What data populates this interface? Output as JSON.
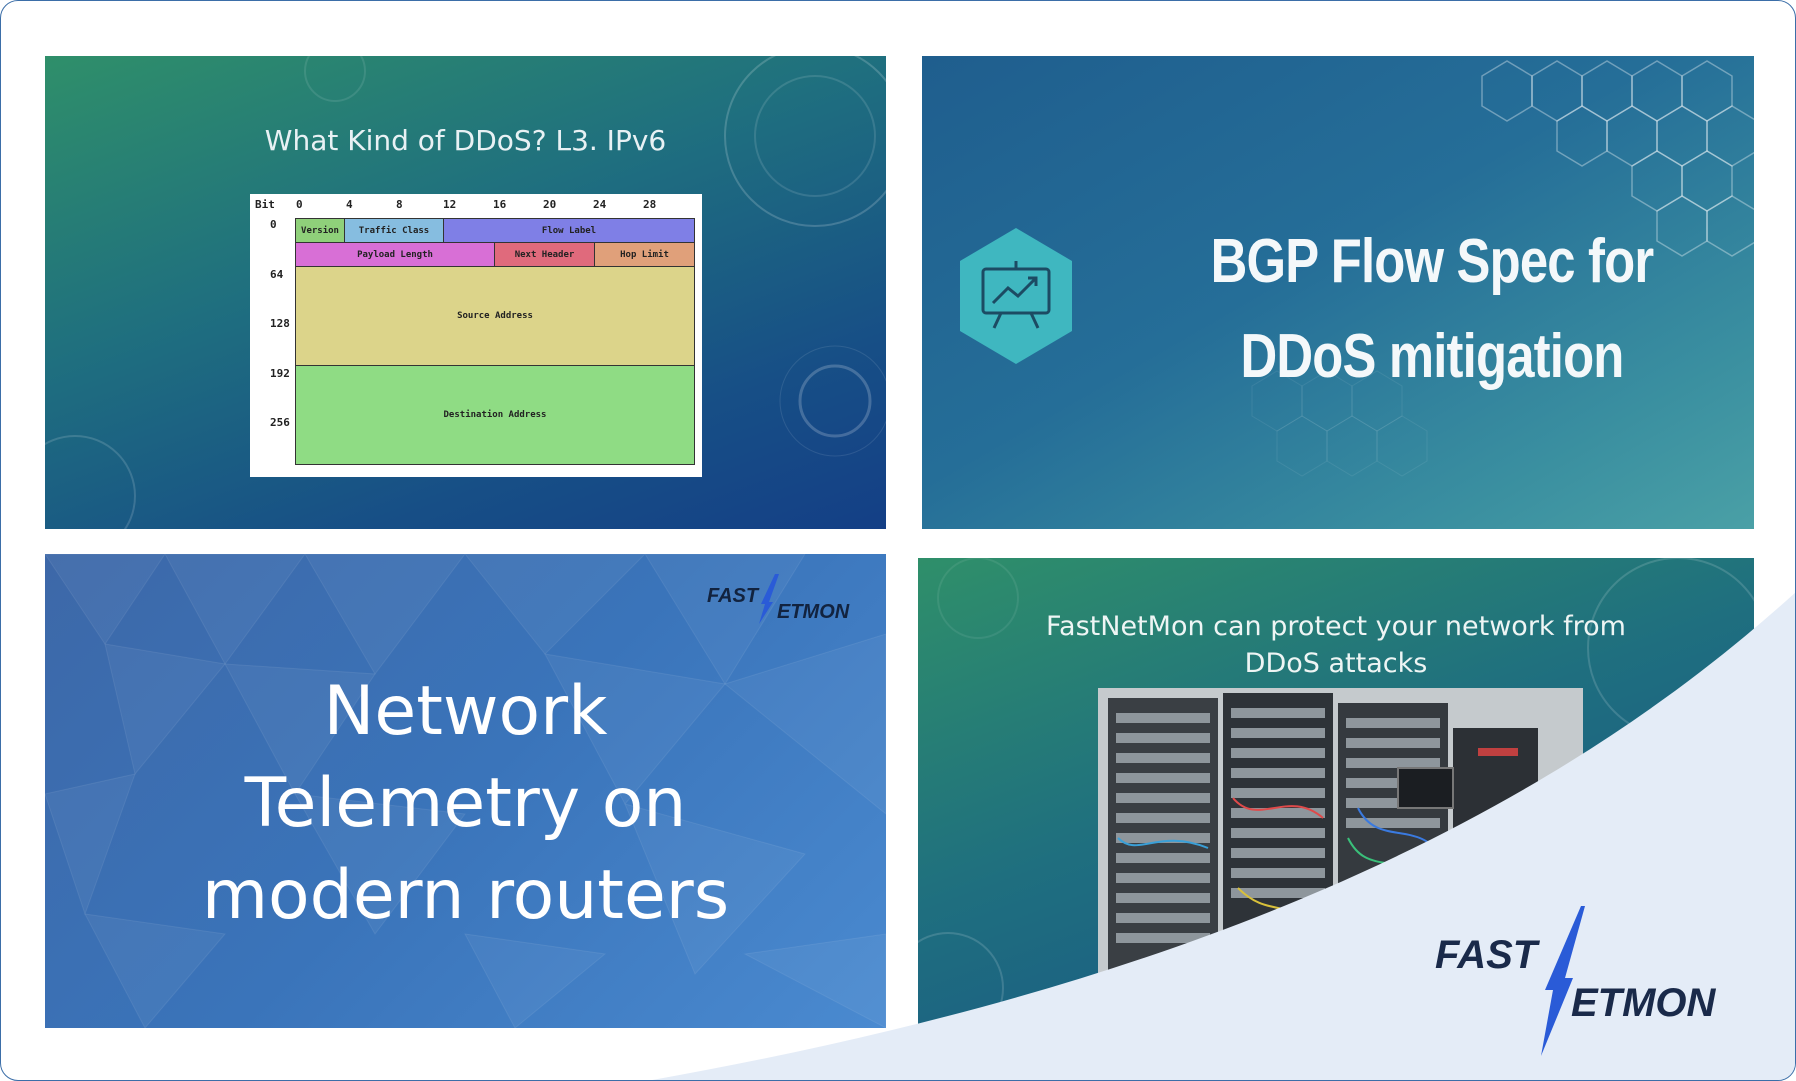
{
  "slides": {
    "ipv6_slide": {
      "title": "What Kind of DDoS? L3. IPv6",
      "diagram": {
        "bit_header": "Bit",
        "bit_columns": [
          "0",
          "4",
          "8",
          "12",
          "16",
          "20",
          "24",
          "28"
        ],
        "row_offsets": [
          "0",
          "64",
          "128",
          "192",
          "256"
        ],
        "fields": {
          "version": "Version",
          "traffic_class": "Traffic Class",
          "flow_label": "Flow Label",
          "payload_length": "Payload Length",
          "next_header": "Next Header",
          "hop_limit": "Hop Limit",
          "source_address": "Source Address",
          "destination_address": "Destination Address"
        },
        "colors": {
          "version": "#8fd07a",
          "traffic_class": "#86bde0",
          "flow_label": "#7f7fe6",
          "payload_length": "#d86fd6",
          "next_header": "#e06a7c",
          "hop_limit": "#e0a07a",
          "source_address": "#dcd48a",
          "destination_address": "#8fdc84"
        }
      }
    },
    "bgp_slide": {
      "title_line1": "BGP Flow Spec for",
      "title_line2": "DDoS mitigation",
      "icon": "presentation-chart-icon"
    },
    "telemetry_slide": {
      "title_line1": "Network",
      "title_line2": "Telemetry on",
      "title_line3": "modern routers",
      "logo_text_1": "FAST",
      "logo_text_2": "ETMON"
    },
    "fastnetmon_slide": {
      "title_line1": "FastNetMon can protect your network from",
      "title_line2": "DDoS attacks",
      "photo": "server-rack-photo"
    }
  },
  "brand_logo": {
    "part1": "FAST",
    "part2": "ETMON",
    "color": "#1a2a4a",
    "bolt_color": "#2a5bd7"
  },
  "colors": {
    "frame_border": "#3b6ea8",
    "swoosh": "#e4ecf7"
  }
}
